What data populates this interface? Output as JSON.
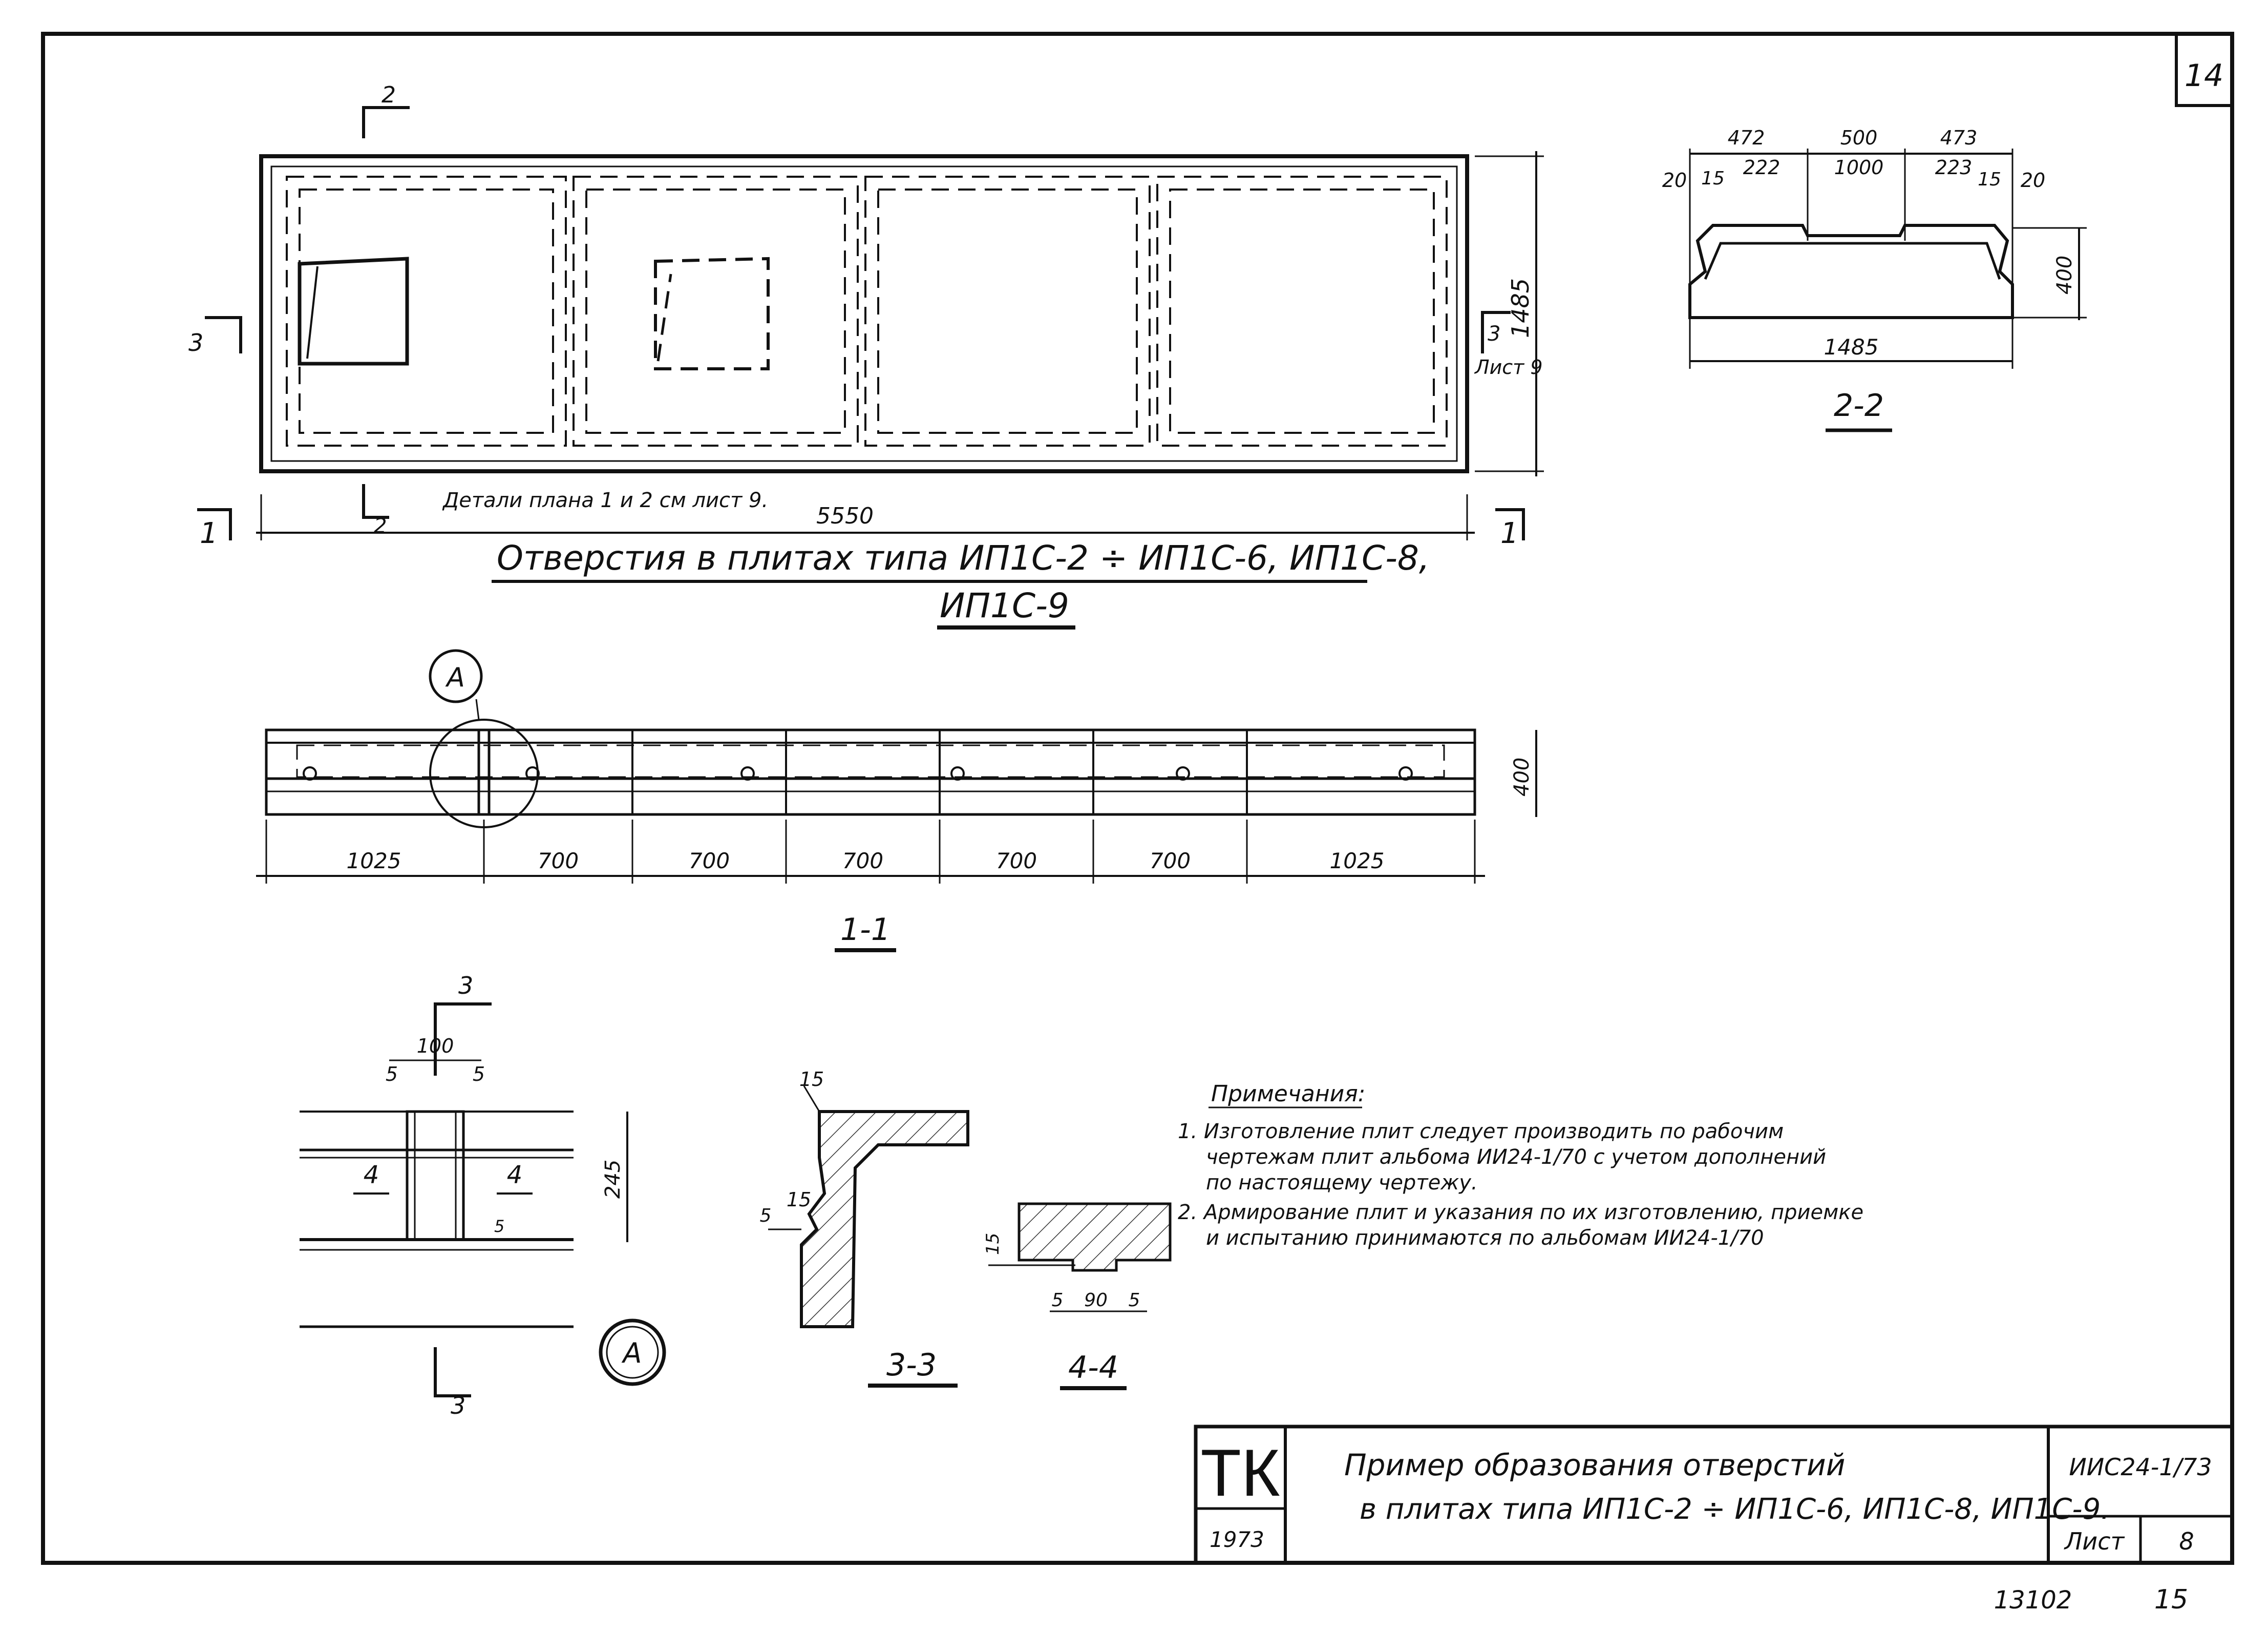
{
  "sheet": {
    "corner_number": "14",
    "footer_left": "13102",
    "footer_right": "15"
  },
  "plan": {
    "title_line1": "Отверстия в плитах типа ИП1С-2 ÷ ИП1С-6, ИП1С-8,",
    "title_line2": "ИП1С-9",
    "note": "Детали плана 1 и 2 см лист 9.",
    "length": "5550",
    "height": "1485",
    "sheet_ref": "Лист 9",
    "cut_1": "1",
    "cut_2": "2",
    "cut_3": "3"
  },
  "section_22": {
    "title": "2-2",
    "top_dims": [
      "472",
      "500",
      "473"
    ],
    "inner_dims": [
      "222",
      "1000",
      "223"
    ],
    "edge_dims_left": [
      "20",
      "15"
    ],
    "edge_dims_right": [
      "15",
      "20"
    ],
    "height": "400",
    "width": "1485"
  },
  "section_11": {
    "title": "1-1",
    "callout": "А",
    "height": "400",
    "spans": [
      "1025",
      "700",
      "700",
      "700",
      "700",
      "700",
      "1025"
    ]
  },
  "detail_a": {
    "callout": "А",
    "cut_mark": "3",
    "width": "100",
    "side_dims": [
      "5",
      "5"
    ],
    "height": "245",
    "inner_dim": "5",
    "section_label": "4"
  },
  "section_33": {
    "title": "3-3",
    "dims": [
      "15",
      "15",
      "5"
    ]
  },
  "section_44": {
    "title": "4-4",
    "dims": [
      "5",
      "90",
      "5"
    ],
    "height": "15"
  },
  "notes": {
    "heading": "Примечания:",
    "lines": [
      "1. Изготовление плит следует производить по рабочим",
      "чертежам плит альбома ИИ24-1/70 с учетом дополнений",
      "по настоящему чертежу.",
      "2. Армирование плит и указания по их изготовлению, приемке",
      "и испытанию принимаются по альбомам ИИ24-1/70"
    ]
  },
  "title_block": {
    "org": "ТК",
    "year": "1973",
    "title_line1": "Пример образования отверстий",
    "title_line2": "в плитах типа ИП1С-2 ÷ ИП1С-6, ИП1С-8, ИП1С-9.",
    "album": "ИИС24-1/73",
    "sheet_label": "Лист",
    "sheet_no": "8"
  }
}
